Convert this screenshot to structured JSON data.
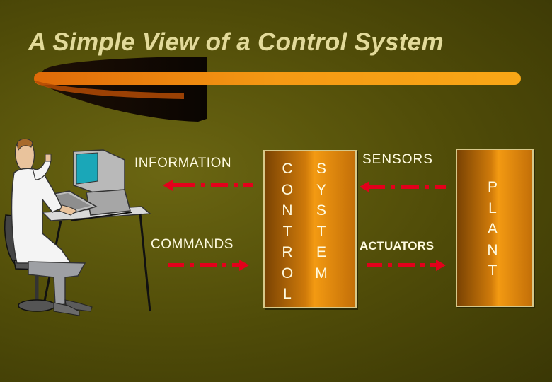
{
  "title": "A Simple View of a Control System",
  "labels": {
    "information": "INFORMATION",
    "commands": "COMMANDS",
    "sensors": "SENSORS",
    "actuators": "ACTUATORS"
  },
  "blocks": {
    "control_letters": [
      "C",
      "O",
      "N",
      "T",
      "R",
      "O",
      "L"
    ],
    "system_letters": [
      "S",
      "Y",
      "S",
      "T",
      "E",
      "M"
    ],
    "plant_letters": [
      "P",
      "L",
      "A",
      "N",
      "T"
    ]
  },
  "colors": {
    "arrow": "#e3001b",
    "box_fill": "#e8890c",
    "title": "#e2da9a",
    "text": "#fffbe0"
  },
  "icons": [
    "person-at-computer-icon"
  ]
}
